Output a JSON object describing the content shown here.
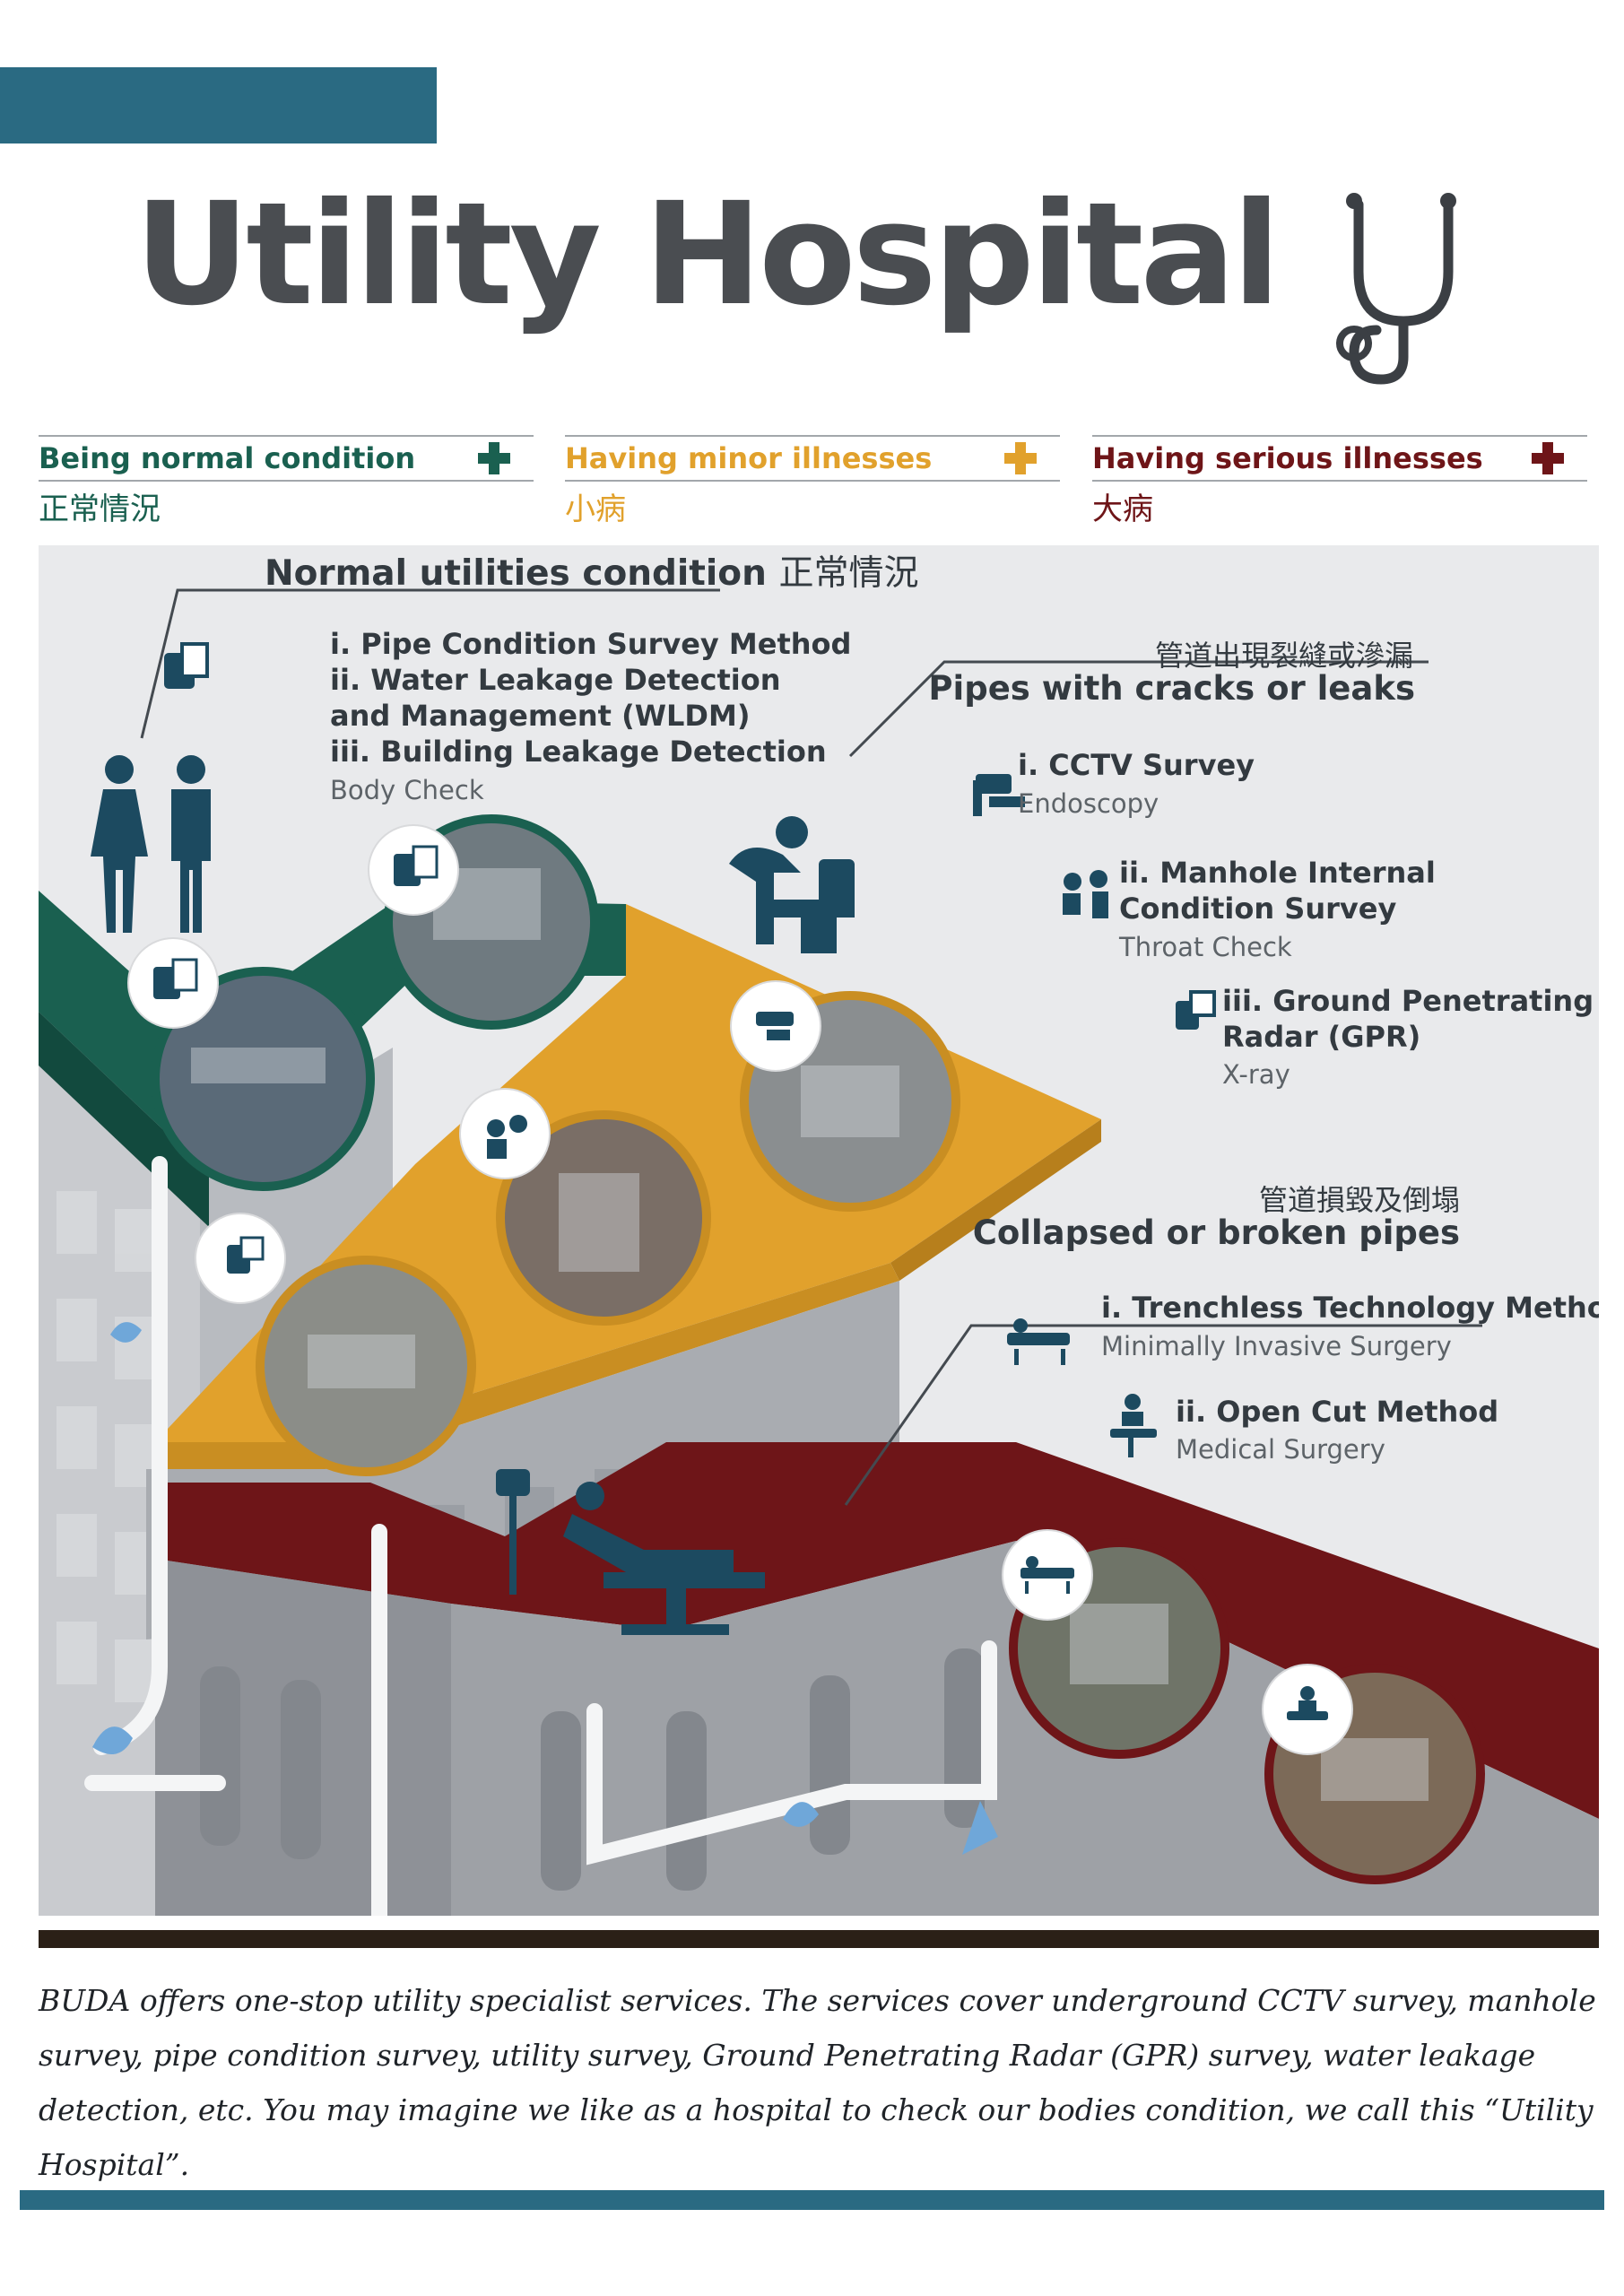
{
  "colors": {
    "teal": "#2a6a82",
    "green": "#1a6050",
    "gold": "#e1a12c",
    "maroon": "#6e1518",
    "navy": "#1c4a60",
    "dark": "#2b2017"
  },
  "title": "Utility Hospital",
  "title_icon": "stethoscope-icon",
  "legend": [
    {
      "en": "Being normal condition",
      "zh": "正常情況",
      "icon": "plus-cross-icon"
    },
    {
      "en": "Having minor illnesses",
      "zh": "小病",
      "icon": "plus-cross-icon"
    },
    {
      "en": "Having serious illnesses",
      "zh": "大病",
      "icon": "plus-cross-icon"
    }
  ],
  "sections": {
    "normal": {
      "heading_en": "Normal utilities condition",
      "heading_zh": "正常情況",
      "items": [
        "i. Pipe Condition Survey Method",
        "ii. Water Leakage Detection",
        "and Management (WLDM)",
        "iii. Building Leakage Detection"
      ],
      "sub": "Body Check"
    },
    "cracks": {
      "heading_zh": "管道出現裂縫或滲漏",
      "heading_en": "Pipes with cracks or leaks",
      "items": [
        {
          "title": [
            "i. CCTV Survey"
          ],
          "sub": "Endoscopy",
          "icon": "dentist-chair-icon"
        },
        {
          "title": [
            "ii. Manhole Internal",
            "Condition Survey"
          ],
          "sub": "Throat Check",
          "icon": "doctor-patient-icon"
        },
        {
          "title": [
            "iii. Ground Penetrating",
            "Radar (GPR)"
          ],
          "sub": "X-ray",
          "icon": "xray-icon"
        }
      ]
    },
    "collapsed": {
      "heading_zh": "管道損毀及倒塌",
      "heading_en": "Collapsed or broken pipes",
      "items": [
        {
          "title": [
            "i. Trenchless Technology Method"
          ],
          "sub": "Minimally Invasive Surgery",
          "icon": "stretcher-icon"
        },
        {
          "title": [
            "ii. Open Cut Method"
          ],
          "sub": "Medical Surgery",
          "icon": "surgery-table-icon"
        }
      ]
    }
  },
  "caption": "BUDA offers one-stop utility specialist services. The services cover underground CCTV survey, manhole survey, pipe condition survey, utility survey, Ground Penetrating Radar (GPR) survey, water leakage detection, etc. You may imagine we like as a hospital to check our bodies condition, we call this “Utility Hospital”."
}
